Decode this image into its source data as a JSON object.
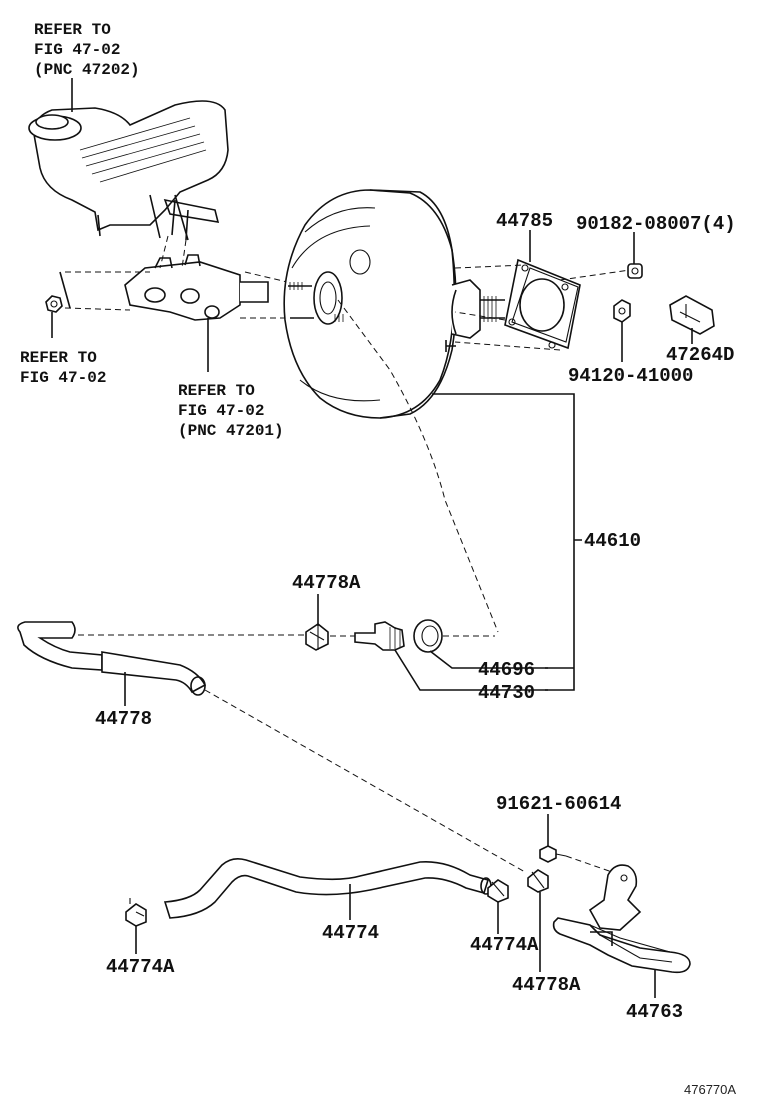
{
  "references": {
    "reservoir": [
      "REFER TO",
      "FIG 47-02",
      "(PNC 47202)"
    ],
    "left": [
      "REFER TO",
      "FIG 47-02"
    ],
    "cylinder": [
      "REFER TO",
      "FIG 47-02",
      "(PNC 47201)"
    ]
  },
  "parts": {
    "p44785": "44785",
    "p90182": "90182-08007(4)",
    "p94120": "94120-41000",
    "p47264D": "47264D",
    "p44610": "44610",
    "p44778A_top": "44778A",
    "p44696": "44696",
    "p44730": "44730",
    "p44778": "44778",
    "p91621": "91621-60614",
    "p44774": "44774",
    "p44774A_left": "44774A",
    "p44774A_right": "44774A",
    "p44778A_bottom": "44778A",
    "p44763": "44763"
  },
  "illustration_number": "476770A"
}
